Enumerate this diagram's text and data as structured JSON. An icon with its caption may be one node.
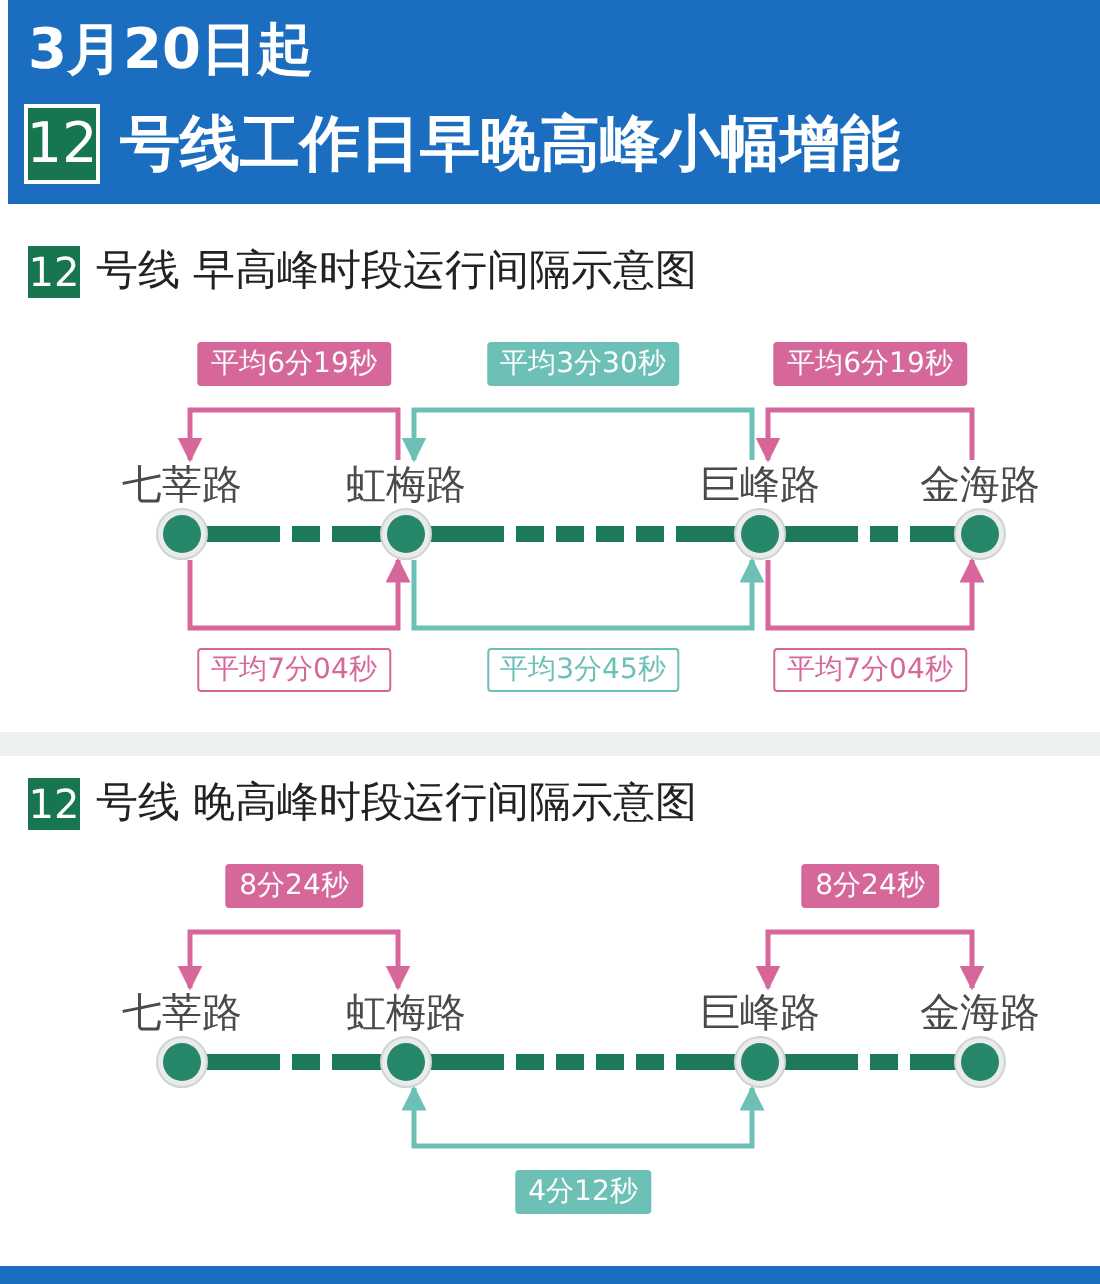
{
  "diagram": {
    "nodes": [
      {
        "text": [
          "七莘路"
        ]
      },
      {
        "text": [
          "虹梅路"
        ]
      },
      {
        "text": [
          "巨峰路"
        ]
      },
      {
        "text": [
          "金海路"
        ]
      },
      {
        "text": [
          "七莘路"
        ]
      },
      {
        "text": [
          "虹梅路"
        ]
      },
      {
        "text": [
          "巨峰路"
        ]
      },
      {
        "text": [
          "金海路"
        ]
      }
    ],
    "edges": [
      {
        "from": 1,
        "to": 0,
        "arrow": "to",
        "label": "平均6分19秒",
        "color": "#d5679b"
      },
      {
        "from": 2,
        "to": 1,
        "arrow": "to",
        "label": "平均3分30秒",
        "color": "#6cc0b6"
      },
      {
        "from": 3,
        "to": 2,
        "arrow": "to",
        "label": "平均6分19秒",
        "color": "#d5679b"
      },
      {
        "from": 0,
        "to": 1,
        "arrow": "to",
        "label": "平均7分04秒",
        "color": "#d5679b"
      },
      {
        "from": 1,
        "to": 2,
        "arrow": "to",
        "label": "平均3分45秒",
        "color": "#6cc0b6"
      },
      {
        "from": 2,
        "to": 3,
        "arrow": "to",
        "label": "平均7分04秒",
        "color": "#d5679b"
      },
      {
        "from": 0,
        "to": 1,
        "arrow": "none",
        "style": "dashed",
        "color": "#1c7a58"
      },
      {
        "from": 1,
        "to": 2,
        "arrow": "none",
        "style": "dashed",
        "color": "#1c7a58"
      },
      {
        "from": 2,
        "to": 3,
        "arrow": "none",
        "style": "dashed",
        "color": "#1c7a58"
      },
      {
        "from": 4,
        "to": 5,
        "arrow": "both",
        "label": "8分24秒",
        "color": "#d5679b"
      },
      {
        "from": 6,
        "to": 7,
        "arrow": "both",
        "label": "8分24秒",
        "color": "#d5679b"
      },
      {
        "from": 5,
        "to": 6,
        "arrow": "both",
        "label": "4分12秒",
        "color": "#6cc0b6"
      },
      {
        "from": 4,
        "to": 5,
        "arrow": "none",
        "style": "dashed",
        "color": "#1c7a58"
      },
      {
        "from": 5,
        "to": 6,
        "arrow": "none",
        "style": "dashed",
        "color": "#1c7a58"
      },
      {
        "from": 6,
        "to": 7,
        "arrow": "none",
        "style": "dashed",
        "color": "#1c7a58"
      }
    ],
    "labels": [
      "3月20日起",
      "12",
      "号线工作日早晚高峰小幅增能",
      "12",
      "号线 早高峰时段运行间隔示意图",
      "12",
      "号线 晚高峰时段运行间隔示意图"
    ]
  }
}
